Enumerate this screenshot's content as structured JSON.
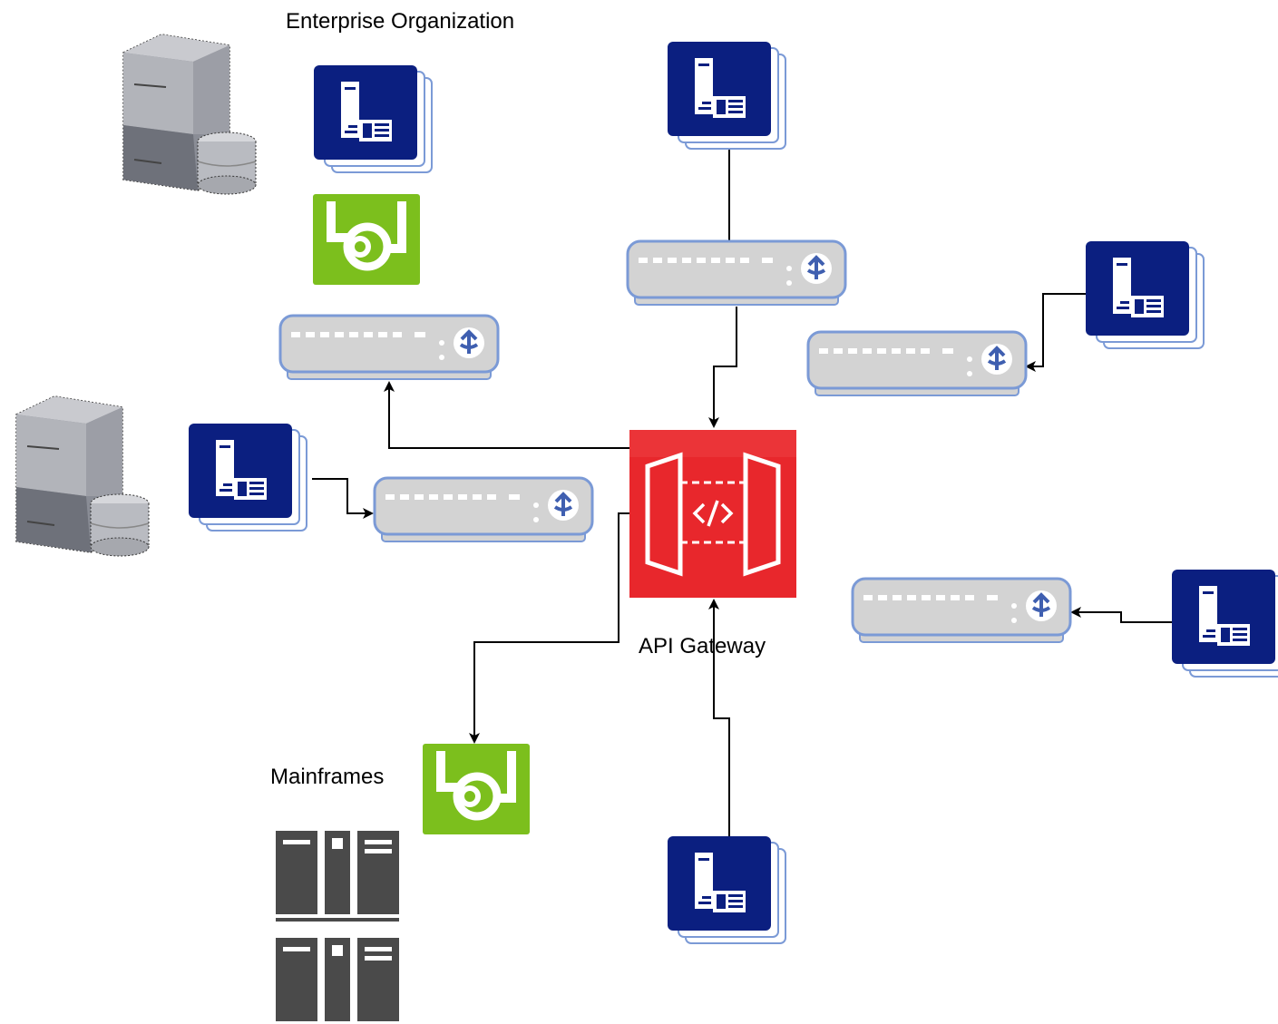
{
  "labels": {
    "enterprise": "Enterprise Organization",
    "gateway": "API Gateway",
    "mainframes": "Mainframes"
  },
  "colors": {
    "server_card": "#0b1f80",
    "server_card_border": "#7b9ad6",
    "gateway": "#e8272c",
    "router_body": "#d3d3d3",
    "router_border": "#7b9ad6",
    "queue_green": "#7cbf1d",
    "mainframe": "#4a4a4a",
    "db_server": "#a8a8b0",
    "edge": "#000000"
  },
  "icons": {
    "server_card": "app-server-icon",
    "router": "network-switch-icon",
    "gateway": "api-gateway-icon",
    "queue": "message-queue-icon",
    "database_server": "database-server-icon",
    "mainframe": "mainframe-rack-icon"
  }
}
